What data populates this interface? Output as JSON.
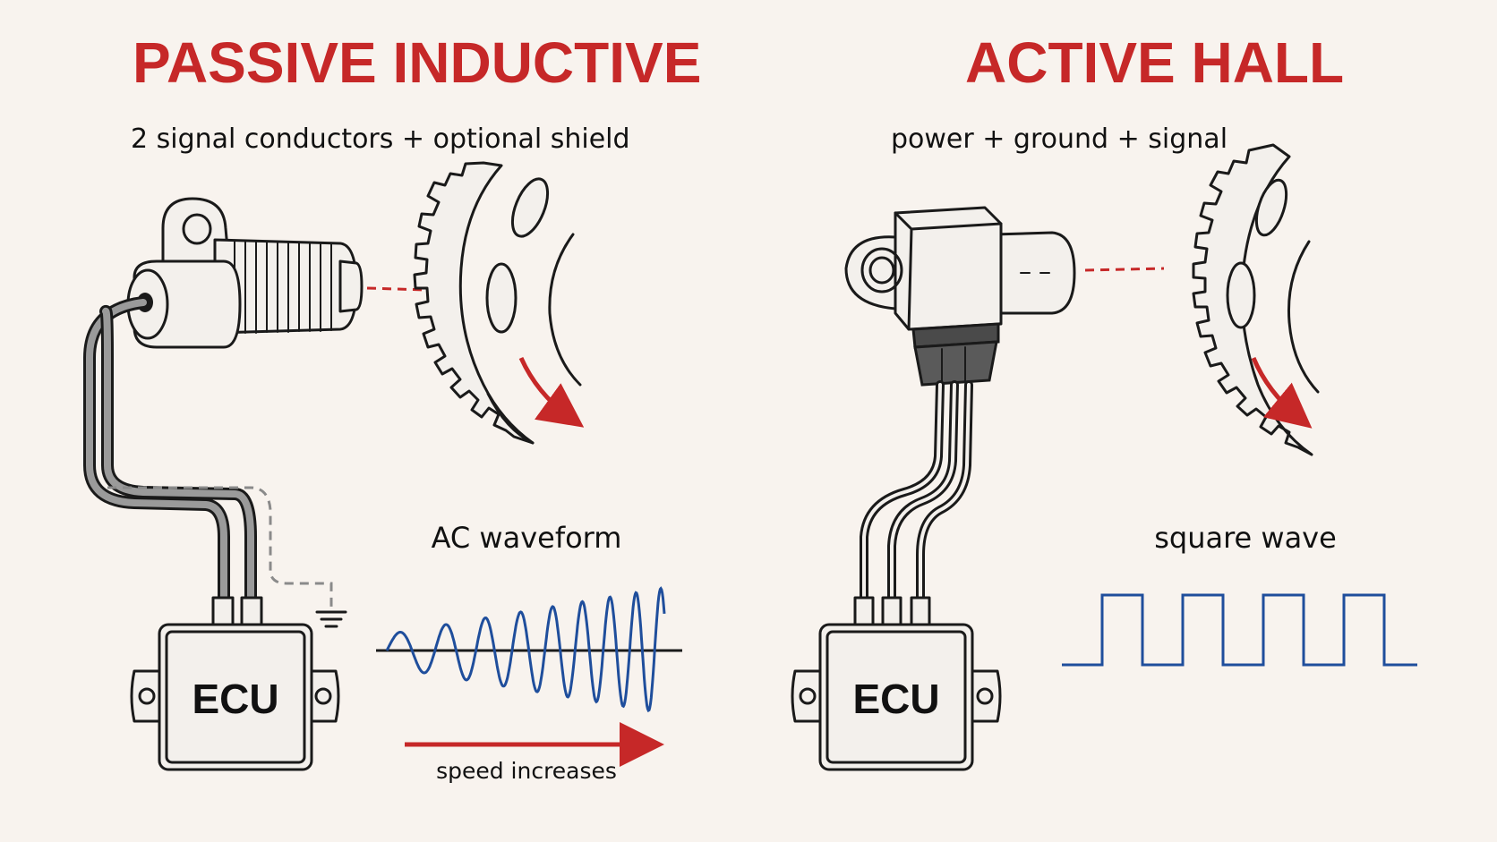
{
  "panels": {
    "passive": {
      "title": "PASSIVE INDUCTIVE",
      "subtitle": "2 signal conductors + optional shield",
      "ecu_label": "ECU",
      "waveform_label": "AC waveform",
      "speed_label": "speed increases"
    },
    "active": {
      "title": "ACTIVE HALL",
      "subtitle": "power + ground + signal",
      "ecu_label": "ECU",
      "waveform_label": "square wave"
    }
  },
  "colors": {
    "accent_red": "#c62828",
    "wave_blue": "#1f4e9c",
    "ink": "#1a1a1a",
    "background": "#f8f3ee"
  },
  "icons": [
    "ground-symbol-icon",
    "rotation-arrow-icon",
    "speed-arrow-icon"
  ]
}
